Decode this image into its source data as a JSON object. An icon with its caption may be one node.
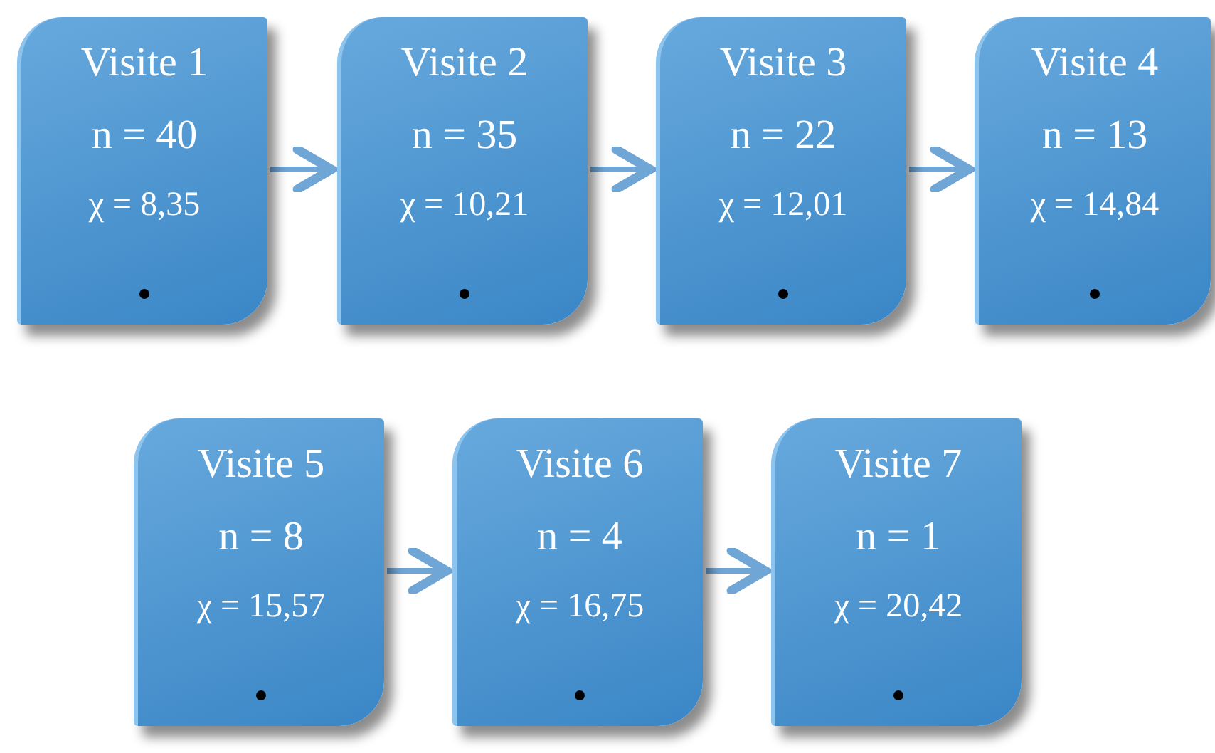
{
  "diagram": {
    "nodes": [
      {
        "text": [
          "Visite 1",
          "n = 40",
          "χ = 8,35"
        ]
      },
      {
        "text": [
          "Visite 2",
          "n = 35",
          "χ = 10,21"
        ]
      },
      {
        "text": [
          "Visite 3",
          "n = 22",
          "χ = 12,01"
        ]
      },
      {
        "text": [
          "Visite 4",
          "n = 13",
          "χ = 14,84"
        ]
      },
      {
        "text": [
          "Visite 5",
          "n = 8",
          "χ = 15,57"
        ]
      },
      {
        "text": [
          "Visite 6",
          "n = 4",
          "χ = 16,75"
        ]
      },
      {
        "text": [
          "Visite 7",
          "n = 1",
          "χ = 20,42"
        ]
      }
    ],
    "edges": [
      {
        "from": 0,
        "to": 1,
        "arrow": "to"
      },
      {
        "from": 1,
        "to": 2,
        "arrow": "to"
      },
      {
        "from": 2,
        "to": 3,
        "arrow": "to"
      },
      {
        "from": 4,
        "to": 5,
        "arrow": "to"
      },
      {
        "from": 5,
        "to": 6,
        "arrow": "to"
      }
    ]
  }
}
